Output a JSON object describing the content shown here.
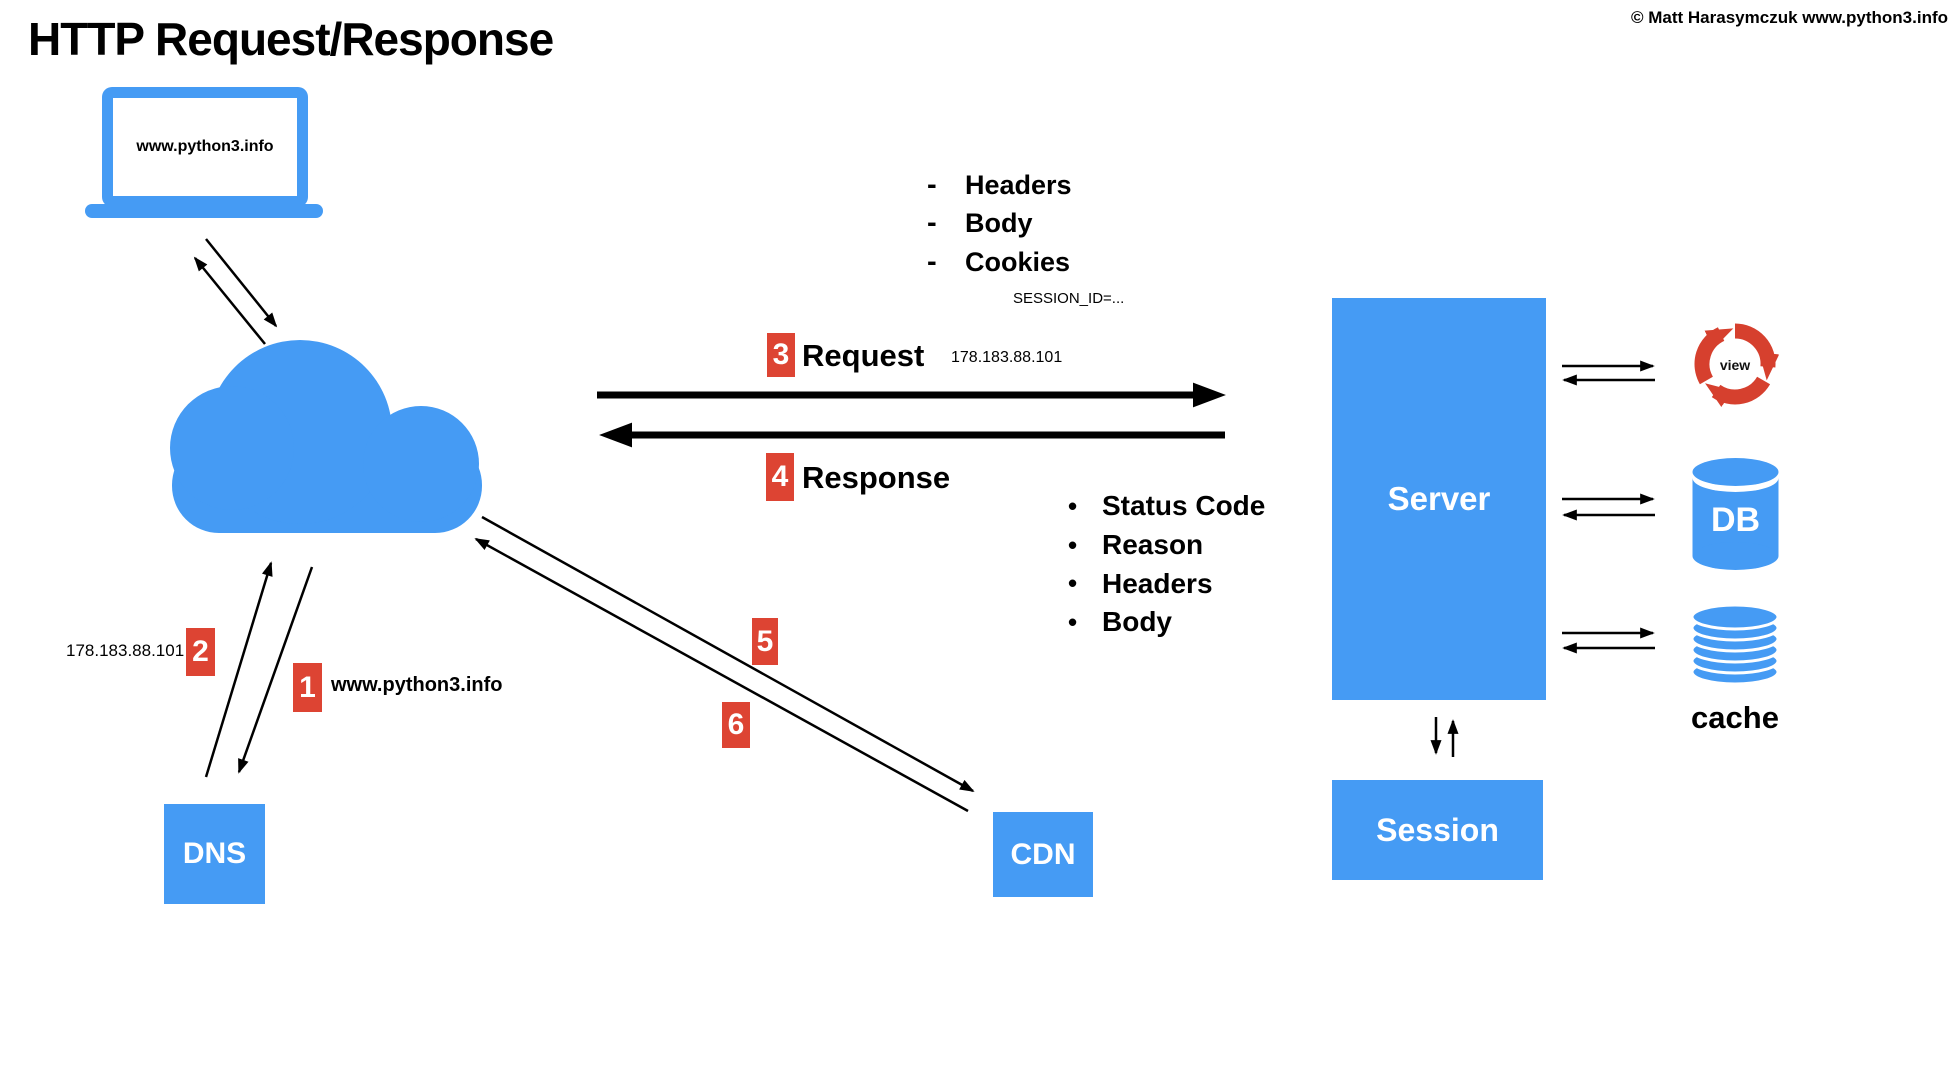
{
  "title": "HTTP Request/Response",
  "copyright": "© Matt Harasymczuk www.python3.info",
  "client": {
    "label": "www.python3.info"
  },
  "flows": {
    "dns_query": {
      "badge": "1",
      "label": "www.python3.info"
    },
    "dns_answer": {
      "badge": "2",
      "label": "178.183.88.101"
    },
    "request": {
      "badge": "3",
      "label": "Request",
      "ip": "178.183.88.101"
    },
    "response": {
      "badge": "4",
      "label": "Response"
    },
    "cdn_to": {
      "badge": "5"
    },
    "cdn_from": {
      "badge": "6"
    }
  },
  "request_props": {
    "dash": "-",
    "items": [
      "Headers",
      "Body",
      "Cookies"
    ],
    "note": "SESSION_ID=..."
  },
  "response_props": {
    "dot": "•",
    "items": [
      "Status Code",
      "Reason",
      "Headers",
      "Body"
    ]
  },
  "nodes": {
    "server": "Server",
    "session": "Session",
    "dns": "DNS",
    "cdn": "CDN",
    "db": "DB",
    "cache": "cache",
    "view": "view"
  },
  "colors": {
    "blue": "#459BF4",
    "badge_red": "#DD4433",
    "view_red": "#D6402E",
    "text": "#000000"
  }
}
